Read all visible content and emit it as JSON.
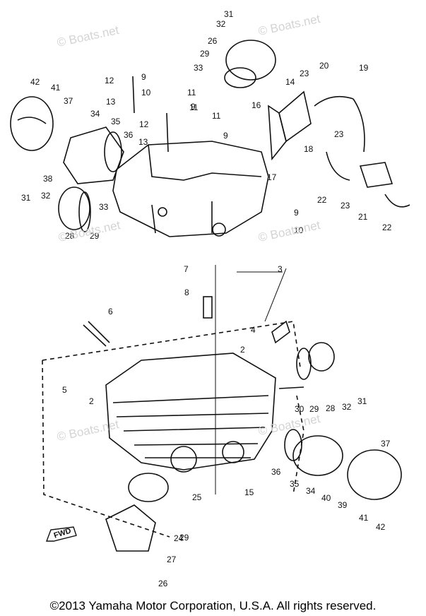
{
  "watermarks": [
    "© Boats.net",
    "© Boats.net",
    "© Boats.net",
    "© Boats.net",
    "© Boats.net",
    "© Boats.net"
  ],
  "fwd_label": "FWD",
  "copyright": "©2013 Yamaha Motor Corporation, U.S.A. All rights reserved.",
  "part_numbers": [
    "31",
    "32",
    "26",
    "29",
    "33",
    "12",
    "9",
    "10",
    "11",
    "13",
    "9",
    "11",
    "12",
    "13",
    "14",
    "23",
    "20",
    "19",
    "16",
    "9",
    "17",
    "18",
    "23",
    "22",
    "23",
    "21",
    "22",
    "42",
    "41",
    "37",
    "34",
    "35",
    "36",
    "38",
    "31",
    "32",
    "33",
    "28",
    "29",
    "9",
    "10",
    "7",
    "3",
    "8",
    "6",
    "4",
    "2",
    "5",
    "2",
    "30",
    "29",
    "28",
    "32",
    "31",
    "37",
    "36",
    "35",
    "34",
    "40",
    "39",
    "41",
    "42",
    "15",
    "25",
    "29",
    "24",
    "27",
    "26",
    "11"
  ],
  "colors": {
    "line": "#111111",
    "watermark": "#d4d4d4",
    "background": "#ffffff"
  }
}
